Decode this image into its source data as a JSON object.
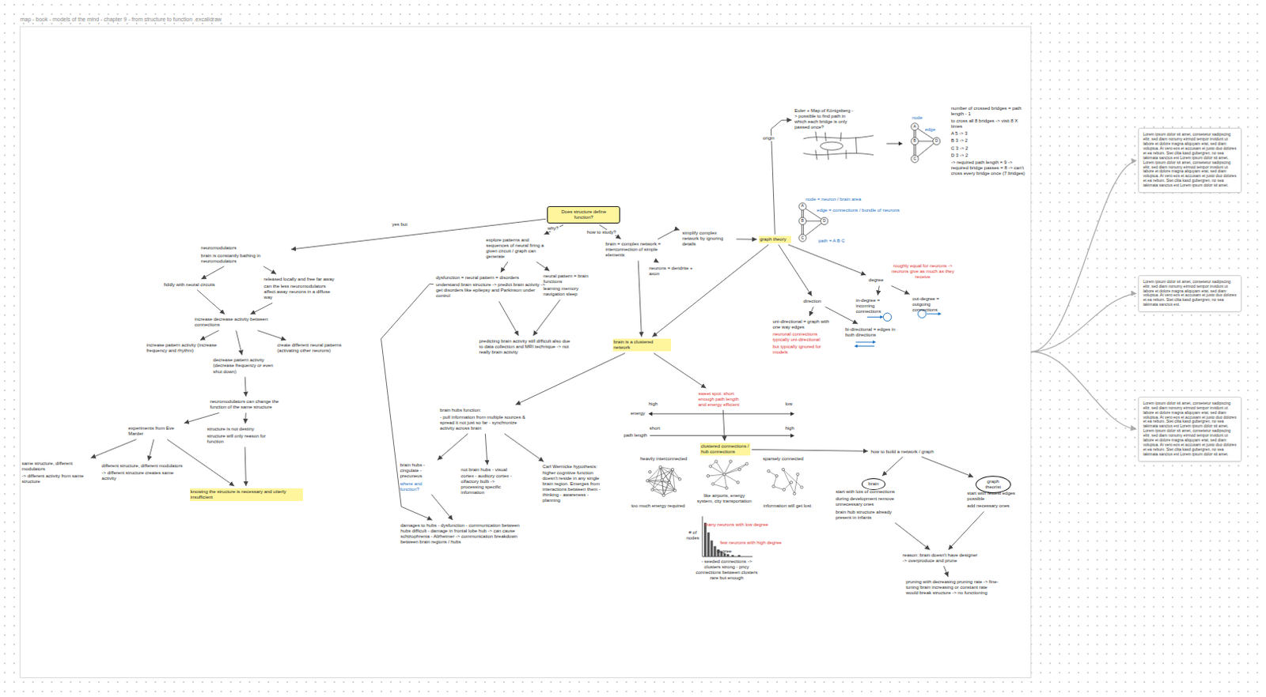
{
  "diagram": {
    "title": "map - book - models of the mind - chapter 9 - from structure to function .excalidraw",
    "nodes": [
      {
        "text": [
          "Does structure define function?"
        ]
      },
      {
        "text": [
          "neuromodulators",
          "brain is constantly bathing in neuromodulators"
        ]
      },
      {
        "text": [
          "fiddly with neural circuits"
        ]
      },
      {
        "text": [
          "released locally and free far away",
          "can the less neuromodulators affect away neurons in a diffuse way"
        ]
      },
      {
        "text": [
          "increase decrease activity between connections"
        ]
      },
      {
        "text": [
          "increase pattern activity (increase frequency and rhythm)"
        ]
      },
      {
        "text": [
          "decrease pattern activity (decrease frequency or even shut down)"
        ]
      },
      {
        "text": [
          "create different neural patterns (activating other neurons)"
        ]
      },
      {
        "text": [
          "neuromodulators can change the function of the same structure"
        ]
      },
      {
        "text": [
          "experiments from Eve Marder"
        ]
      },
      {
        "text": [
          "structure is not destiny",
          "structure will only reason for function"
        ]
      },
      {
        "text": [
          "same structure, different modulators",
          "-> different activity from same structure"
        ]
      },
      {
        "text": [
          "different structure, different modulators",
          "-> different structure creates same activity"
        ]
      },
      {
        "text": [
          "knowing the structure is necessary and utterly insufficient"
        ]
      },
      {
        "text": [
          "explore patterns and sequences of neural firing a given circuit / graph can generate"
        ]
      },
      {
        "text": [
          "dysfunction = neural pattern = disorders",
          "understand brain structure -> predict brain activity -> get disorders like epilepsy and Parkinson under control"
        ]
      },
      {
        "text": [
          "neural pattern = brain functions",
          "learning memory navigation sleep"
        ]
      },
      {
        "text": [
          "predicting brain activity still difficult also due to data collection and MRI technique -> not really brain activity"
        ]
      },
      {
        "text": [
          "brain = complex network = interconnection of simple elements"
        ]
      },
      {
        "text": [
          "neurons = dendrite + axon"
        ]
      },
      {
        "text": [
          "simplify complex network by ignoring details"
        ]
      },
      {
        "text": [
          "graph theory"
        ]
      },
      {
        "text": [
          "Euler + Map of Königsberg -> possible to find path in which each bridge is only passed once?"
        ]
      },
      {
        "text": [
          "number of crossed bridges = path length - 1",
          "to cross all 8 bridges -> visit 8 X times",
          "A 5 -> 3",
          "B 3 -> 2",
          "C 3 -> 2",
          "D 3 -> 2",
          "-> required path length = 9 -> required bridge passes = 8 -> can't cross every bridge once (7 bridges)"
        ]
      },
      {
        "text": [
          "direction"
        ]
      },
      {
        "text": [
          "uni-directional = graph with one way edges",
          "neuronal connections typically uni-directional",
          "but typically ignored for models"
        ]
      },
      {
        "text": [
          "bi-directional = edges in both directions"
        ]
      },
      {
        "text": [
          "degree"
        ]
      },
      {
        "text": [
          "in-degree = incoming connections"
        ]
      },
      {
        "text": [
          "out-degree = outgoing connections"
        ]
      },
      {
        "text": [
          "brain is a clustered network"
        ]
      },
      {
        "text": [
          "brain hubs function:",
          "- pull information from multiple sources & spread it not just so far - synchronize activity across brain"
        ]
      },
      {
        "text": [
          "brain hubs - cingulate - precuneus",
          "where and function?"
        ]
      },
      {
        "text": [
          "not brain hubs - visual cortex - auditory cortex - olfactory bulb -> processing specific information"
        ]
      },
      {
        "text": [
          "Carl Wernicke hypothesis: higher cognitive function doesn't reside in any single brain region. Emerges from interactions between them - thinking - awareness - planning"
        ]
      },
      {
        "text": [
          "damages to hubs - dysfunction - communication between hubs difficult - damage in frontal lobe hub -> can cause schizophrenia - Alzheimer -> communication breakdown between brain regions / hubs"
        ]
      },
      {
        "text": [
          "sweet spot: short enough path length and energy efficient"
        ]
      },
      {
        "text": [
          "clustered connections / hub connections"
        ]
      },
      {
        "text": [
          "how to build a network / graph"
        ]
      },
      {
        "text": [
          "brain"
        ]
      },
      {
        "text": [
          "start with lots of connections",
          "during development remove unnecessary ones",
          "brain hub structure already present in infants"
        ]
      },
      {
        "text": [
          "graph theorist"
        ]
      },
      {
        "text": [
          "start with fewest edges possible",
          "add necessary ones"
        ]
      },
      {
        "text": [
          "reason: brain doesn't have designer -> overproduce and prune"
        ]
      },
      {
        "text": [
          "pruning with decreasing pruning rate -> fine-tuning brain increasing or constant rate would break structure -> no functioning"
        ]
      },
      {
        "text": [
          "Lorem ipsum dolor sit amet, consetetur sadipscing elitr, sed diam nonumy eirmod tempor invidunt ut labore et dolore magna aliquyam erat, sed diam voluptua. At vero eos et accusam et justo duo dolores et ea rebum. Stet clita kasd gubergren, no sea takimata sanctus est Lorem ipsum dolor sit amet. Lorem ipsum dolor sit amet, consetetur sadipscing elitr, sed diam nonumy eirmod tempor invidunt ut labore et dolore magna aliquyam erat, sed diam voluptua. At vero eos et accusam et justo duo dolores et ea rebum. Stet clita kasd gubergren, no sea takimata sanctus est Lorem ipsum dolor sit amet."
        ]
      },
      {
        "text": [
          "Lorem ipsum dolor sit amet, consetetur sadipscing elitr, sed diam nonumy eirmod tempor invidunt ut labore et dolore magna aliquyam erat, sed diam voluptua. At vero eos et accusam et justo duo dolores et ea rebum. Stet clita kasd gubergren, no sea takimata sanctus est."
        ]
      },
      {
        "text": [
          "Lorem ipsum dolor sit amet, consetetur sadipscing elitr, sed diam nonumy eirmod tempor invidunt ut labore et dolore magna aliquyam erat, sed diam voluptua. At vero eos et accusam et justo duo dolores et ea rebum. Stet clita kasd gubergren, no sea takimata sanctus est Lorem ipsum dolor sit amet. Lorem ipsum dolor sit amet, consetetur sadipscing elitr, sed diam nonumy eirmod tempor invidunt ut labore et dolore magna aliquyam erat, sed diam voluptua. At vero eos et accusam et justo duo dolores et ea rebum. Stet clita kasd gubergren, no sea takimata sanctus est Lorem ipsum dolor sit amet."
        ]
      }
    ],
    "edges": [
      {
        "from": 0,
        "to": 1,
        "arrow": "to",
        "label": "yes but"
      },
      {
        "from": 1,
        "to": 2,
        "arrow": "to"
      },
      {
        "from": 1,
        "to": 3,
        "arrow": "to"
      },
      {
        "from": 2,
        "to": 4,
        "arrow": "to"
      },
      {
        "from": 3,
        "to": 4,
        "arrow": "to"
      },
      {
        "from": 4,
        "to": 5,
        "arrow": "to"
      },
      {
        "from": 4,
        "to": 6,
        "arrow": "to"
      },
      {
        "from": 4,
        "to": 7,
        "arrow": "to"
      },
      {
        "from": 6,
        "to": 8,
        "arrow": "to"
      },
      {
        "from": 8,
        "to": 9,
        "arrow": "to"
      },
      {
        "from": 8,
        "to": 10,
        "arrow": "to"
      },
      {
        "from": 9,
        "to": 11,
        "arrow": "to"
      },
      {
        "from": 9,
        "to": 12,
        "arrow": "to"
      },
      {
        "from": 9,
        "to": 13,
        "arrow": "to"
      },
      {
        "from": 10,
        "to": 13,
        "arrow": "to"
      },
      {
        "from": 0,
        "to": 14,
        "arrow": "to",
        "label": "why?"
      },
      {
        "from": 14,
        "to": 15,
        "arrow": "to"
      },
      {
        "from": 14,
        "to": 16,
        "arrow": "to"
      },
      {
        "from": 15,
        "to": 17,
        "arrow": "to"
      },
      {
        "from": 16,
        "to": 17,
        "arrow": "to"
      },
      {
        "from": 15,
        "to": 35,
        "arrow": "to"
      },
      {
        "from": 0,
        "to": 18,
        "arrow": "to",
        "label": "how to study?"
      },
      {
        "from": 18,
        "to": 19,
        "arrow": "to"
      },
      {
        "from": 18,
        "to": 20,
        "arrow": "to"
      },
      {
        "from": 20,
        "to": 21,
        "arrow": "to"
      },
      {
        "from": 18,
        "to": 30,
        "arrow": "to"
      },
      {
        "from": 21,
        "to": 30,
        "arrow": "to"
      },
      {
        "from": 21,
        "to": 22,
        "arrow": "to",
        "label": "origin"
      },
      {
        "from": 21,
        "to": 24,
        "arrow": "to"
      },
      {
        "from": 21,
        "to": 27,
        "arrow": "to"
      },
      {
        "from": 24,
        "to": 25,
        "arrow": "to"
      },
      {
        "from": 24,
        "to": 26,
        "arrow": "to"
      },
      {
        "from": 27,
        "to": 28,
        "arrow": "to"
      },
      {
        "from": 27,
        "to": 29,
        "arrow": "to"
      },
      {
        "from": 30,
        "to": 31,
        "arrow": "to"
      },
      {
        "from": 30,
        "to": 36,
        "arrow": "to"
      },
      {
        "from": 31,
        "to": 32,
        "arrow": "to"
      },
      {
        "from": 31,
        "to": 33,
        "arrow": "to"
      },
      {
        "from": 31,
        "to": 34,
        "arrow": "to"
      },
      {
        "from": 32,
        "to": 35,
        "arrow": "to"
      },
      {
        "from": 36,
        "to": 37,
        "arrow": "to"
      },
      {
        "from": 37,
        "to": 38,
        "arrow": "to"
      },
      {
        "from": 38,
        "to": 39,
        "arrow": "to"
      },
      {
        "from": 38,
        "to": 41,
        "arrow": "to"
      },
      {
        "from": 40,
        "to": 43,
        "arrow": "to"
      },
      {
        "from": 42,
        "to": 43,
        "arrow": "to"
      },
      {
        "from": 43,
        "to": 44,
        "arrow": "to"
      }
    ],
    "labels": [
      "node",
      "edge",
      "A",
      "B",
      "C",
      "D",
      "node = neuron / brain area",
      "edge = connections / bundle of neurons",
      "A",
      "B",
      "C",
      "D",
      "path = A B C",
      "roughly equal for neurons -> neurons give as much as they receive",
      "high",
      "low",
      "energy",
      "short",
      "high",
      "path length",
      "heavily interconnected",
      "too much energy required",
      "like airports, energy system, city transportation",
      "sparsely connected",
      "information will get lost",
      "# of nodes",
      "degree",
      "many neurons with low degree",
      "few neurons with high degree",
      "- seeded connections -> clusters strong - pricy connections between clusters rare but enough"
    ]
  }
}
